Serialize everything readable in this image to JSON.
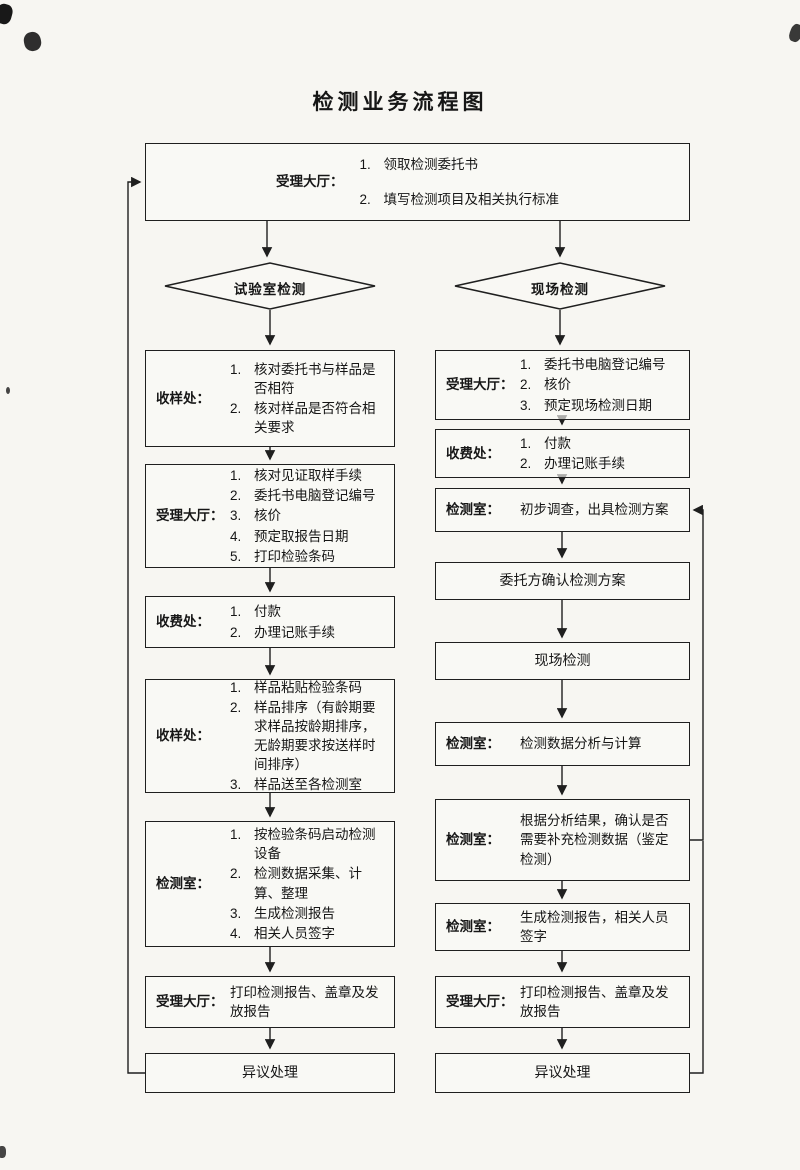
{
  "title": "检测业务流程图",
  "colors": {
    "ink": "#1f1f1f",
    "paper": "#f7f6f2"
  },
  "top_box": {
    "label": "受理大厅：",
    "items": [
      {
        "n": "1.",
        "text": "领取检测委托书"
      },
      {
        "n": "2.",
        "text": "填写检测项目及相关执行标准"
      }
    ]
  },
  "diamonds": {
    "left": "试验室检测",
    "right": "现场检测"
  },
  "left_column": [
    {
      "label": "收样处：",
      "items": [
        {
          "n": "1.",
          "text": "核对委托书与样品是否相符"
        },
        {
          "n": "2.",
          "text": "核对样品是否符合相关要求"
        }
      ]
    },
    {
      "label": "受理大厅：",
      "items": [
        {
          "n": "1.",
          "text": "核对见证取样手续"
        },
        {
          "n": "2.",
          "text": "委托书电脑登记编号"
        },
        {
          "n": "3.",
          "text": "核价"
        },
        {
          "n": "4.",
          "text": "预定取报告日期"
        },
        {
          "n": "5.",
          "text": "打印检验条码"
        }
      ]
    },
    {
      "label": "收费处：",
      "items": [
        {
          "n": "1.",
          "text": "付款"
        },
        {
          "n": "2.",
          "text": "办理记账手续"
        }
      ]
    },
    {
      "label": "收样处：",
      "items": [
        {
          "n": "1.",
          "text": "样品粘贴检验条码"
        },
        {
          "n": "2.",
          "text": "样品排序（有龄期要求样品按龄期排序，无龄期要求按送样时间排序）"
        },
        {
          "n": "3.",
          "text": "样品送至各检测室"
        }
      ]
    },
    {
      "label": "检测室：",
      "items": [
        {
          "n": "1.",
          "text": "按检验条码启动检测设备"
        },
        {
          "n": "2.",
          "text": "检测数据采集、计算、整理"
        },
        {
          "n": "3.",
          "text": "生成检测报告"
        },
        {
          "n": "4.",
          "text": "相关人员签字"
        }
      ]
    },
    {
      "label": "受理大厅：",
      "text": "打印检测报告、盖章及发放报告"
    },
    {
      "text": "异议处理"
    }
  ],
  "right_column": [
    {
      "label": "受理大厅：",
      "items": [
        {
          "n": "1.",
          "text": "委托书电脑登记编号"
        },
        {
          "n": "2.",
          "text": "核价"
        },
        {
          "n": "3.",
          "text": "预定现场检测日期"
        }
      ]
    },
    {
      "label": "收费处：",
      "items": [
        {
          "n": "1.",
          "text": "付款"
        },
        {
          "n": "2.",
          "text": "办理记账手续"
        }
      ]
    },
    {
      "label": "检测室：",
      "text": "初步调查，出具检测方案"
    },
    {
      "text": "委托方确认检测方案"
    },
    {
      "text": "现场检测"
    },
    {
      "label": "检测室：",
      "text": "检测数据分析与计算"
    },
    {
      "label": "检测室：",
      "text": "根据分析结果，确认是否需要补充检测数据（鉴定检测）"
    },
    {
      "label": "检测室：",
      "text": "生成检测报告，相关人员签字"
    },
    {
      "label": "受理大厅：",
      "text": "打印检测报告、盖章及发放报告"
    },
    {
      "text": "异议处理"
    }
  ]
}
